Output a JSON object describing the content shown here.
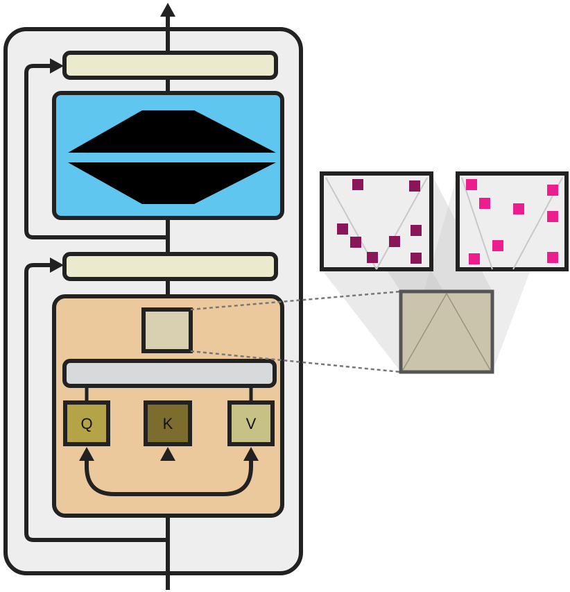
{
  "colors": {
    "outer_block": "#eeeeee",
    "norm_bar": "#ebeacd",
    "ffn_bg": "#5ec6ef",
    "ffn_shape": "#000000",
    "attention_bg": "#ecc99c",
    "proj_bar": "#d7d9db",
    "mixed_output": "#d8d0b1",
    "q_box": "#b5a347",
    "k_box": "#7c6c2e",
    "v_box": "#c7c185",
    "map_dot_dark": "#8b1559",
    "map_dot_pink": "#ec1e8d",
    "map_bg": "#eeeeee",
    "zoom_box": "#cbc4ad",
    "stroke": "#222222"
  },
  "qkv": {
    "q": "Q",
    "k": "K",
    "v": "V"
  },
  "icons": {
    "residual": "residual-arrow-icon",
    "ffn": "hourglass-ffn-icon"
  }
}
